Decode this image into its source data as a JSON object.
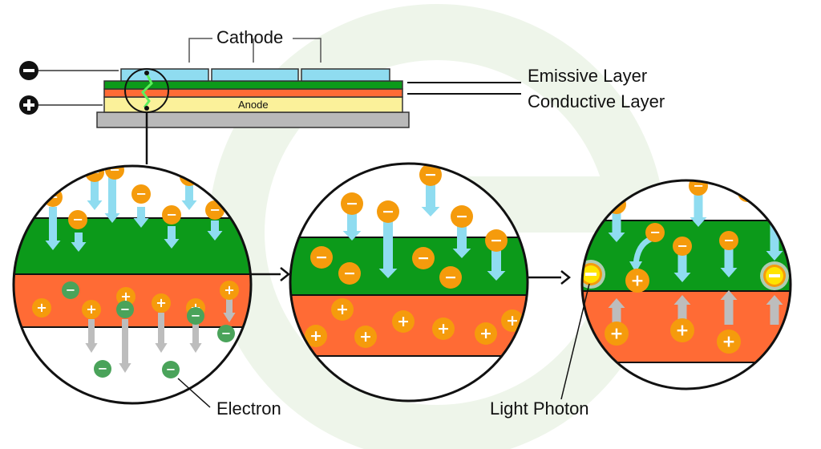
{
  "labels": {
    "cathode": "Cathode",
    "anode": "Anode",
    "emissive_layer": "Emissive Layer",
    "conductive_layer": "Conductive Layer",
    "electron": "Electron",
    "light_photon": "Light Photon"
  },
  "symbols": {
    "negative": "−",
    "positive": "+"
  },
  "colors": {
    "cathode": "#8fdcf0",
    "emissive": "#0c9a1a",
    "conductive": "#ff6b35",
    "anode": "#fbf19a",
    "substrate": "#b9b9b9",
    "electron_charge": "#f59b0c",
    "hole_charge": "#f59b0c",
    "electron_light": "#4aa35a",
    "electron_arrow": "#8fdcf0",
    "hole_arrow": "#bdbdbd",
    "photon": "#ffe400",
    "watermark": "#eef5ea",
    "spark": "#5cf05c"
  }
}
